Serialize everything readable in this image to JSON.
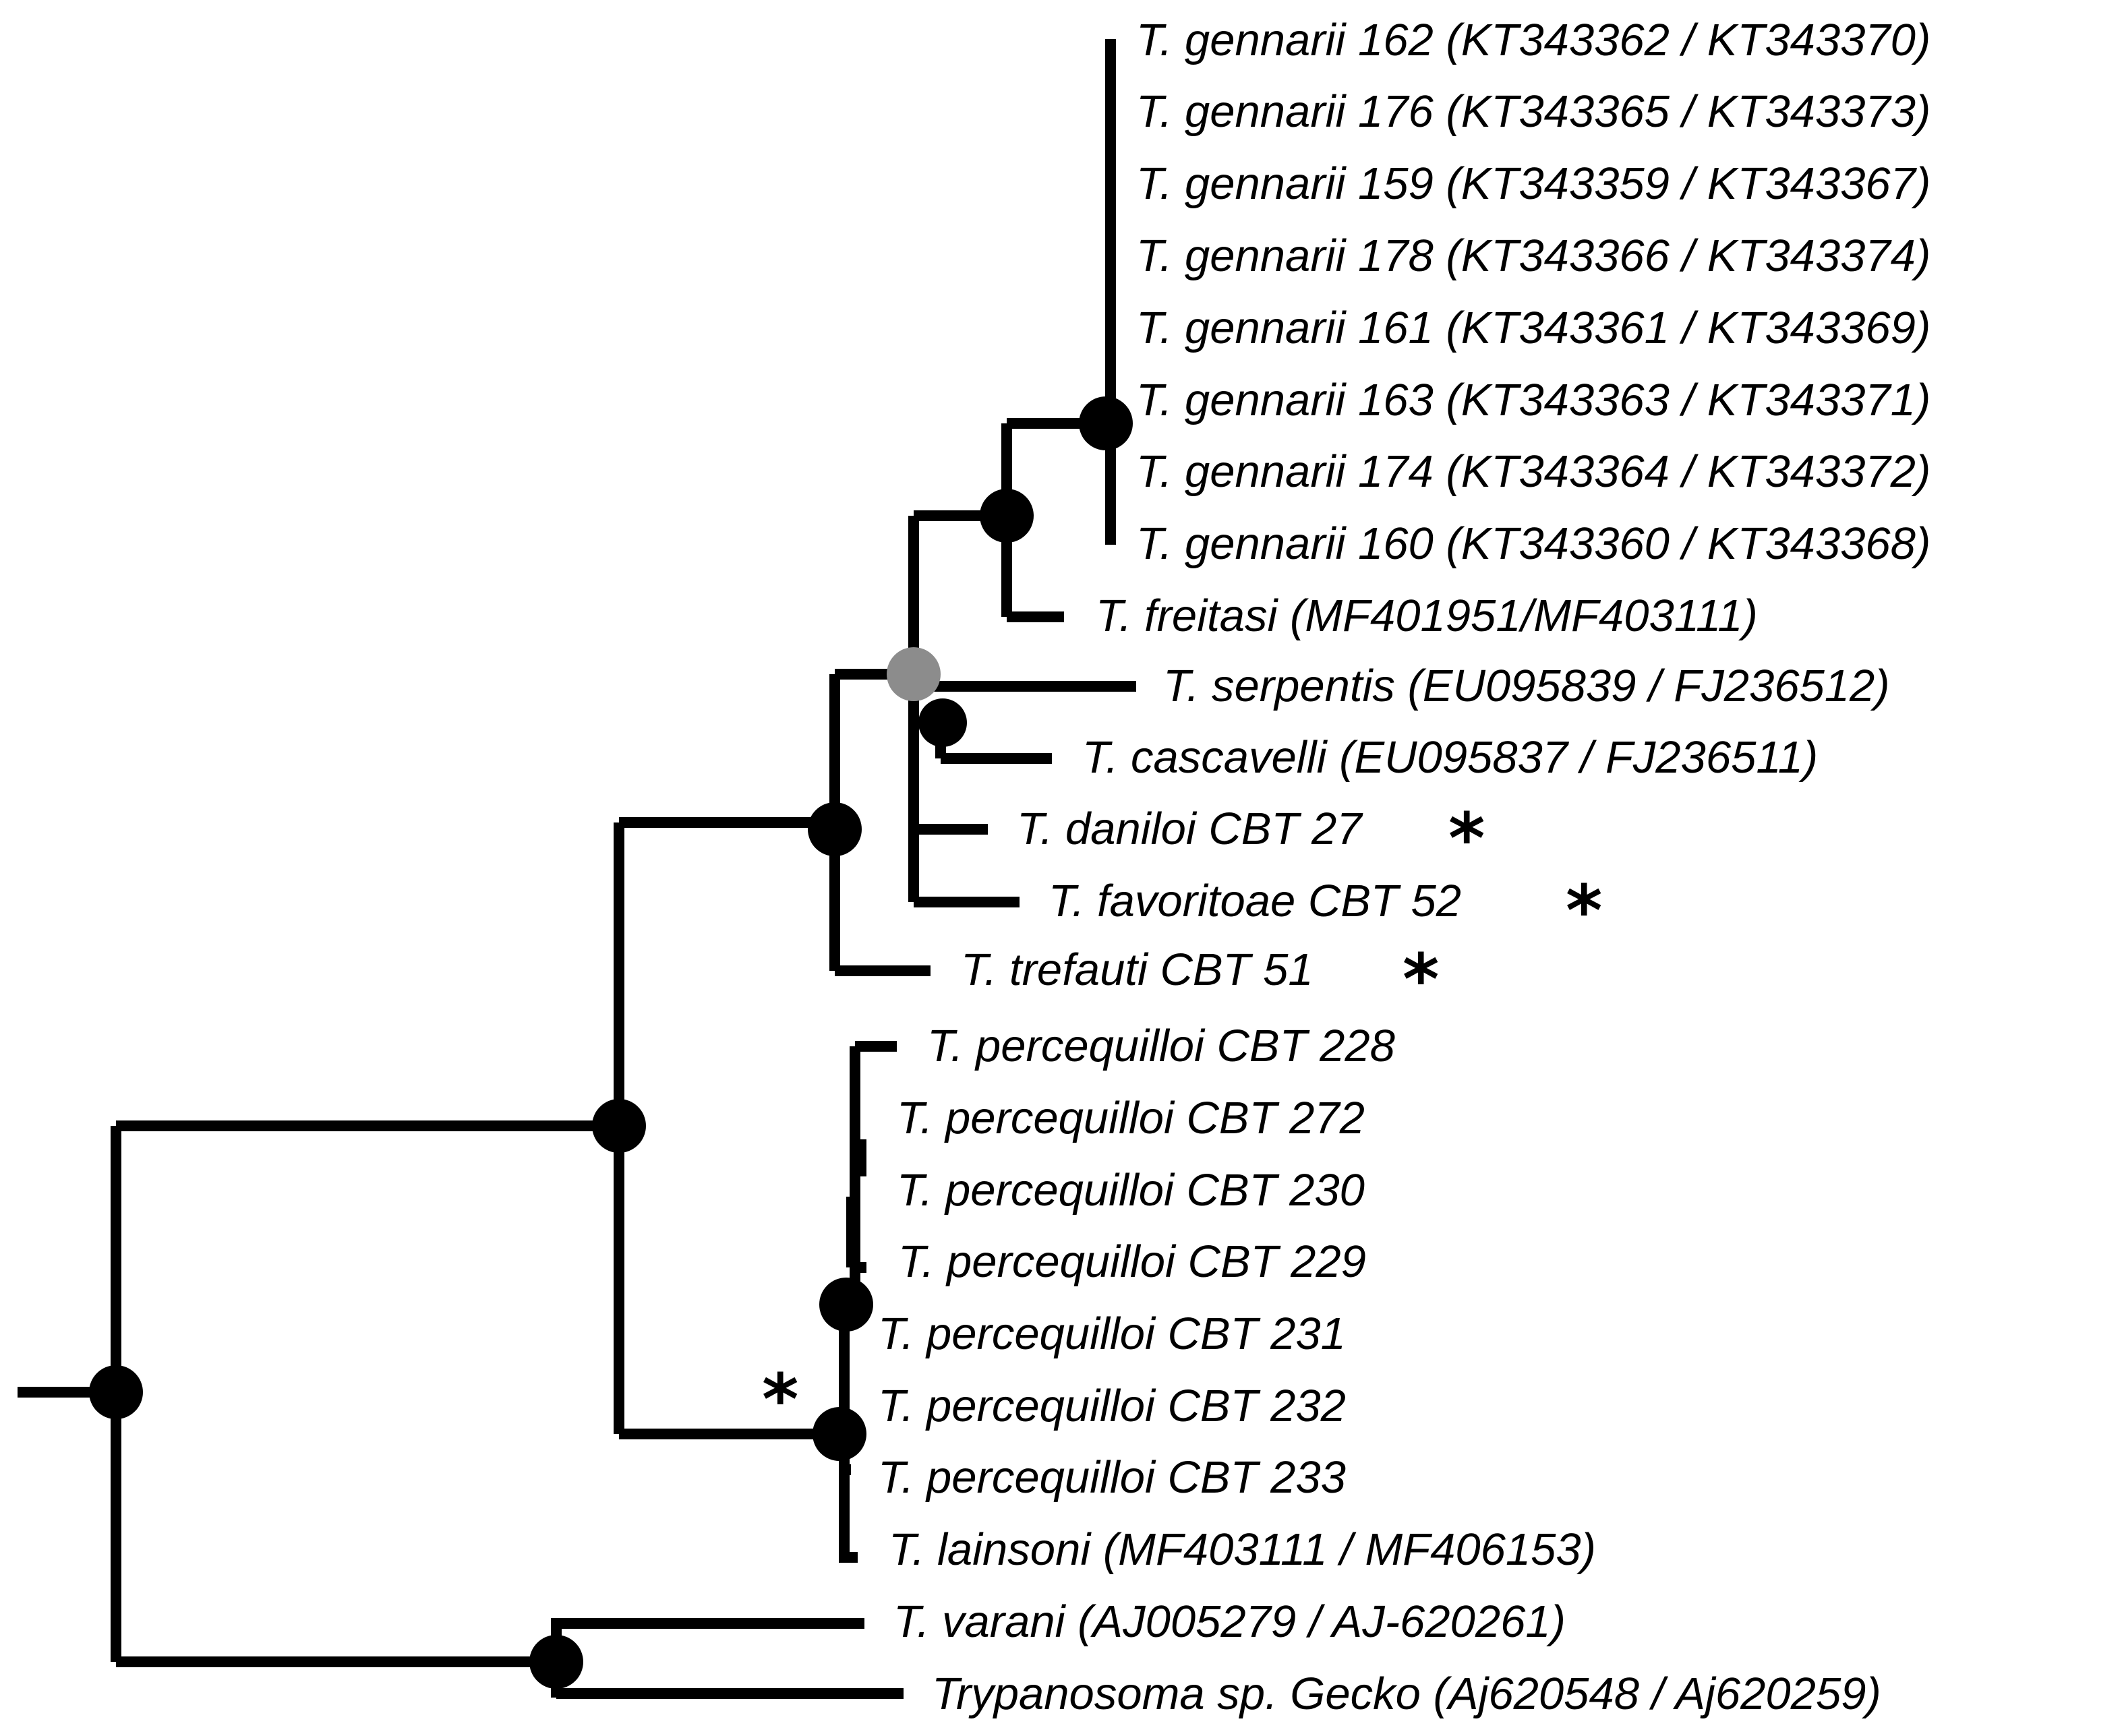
{
  "figure": {
    "tips": [
      {
        "id": "g162",
        "label": "T. gennarii 162 (KT343362 / KT343370)"
      },
      {
        "id": "g176",
        "label": "T. gennarii 176 (KT343365 / KT343373)"
      },
      {
        "id": "g159",
        "label": "T. gennarii 159 (KT343359 / KT343367)"
      },
      {
        "id": "g178",
        "label": "T. gennarii 178 (KT343366 / KT343374)"
      },
      {
        "id": "g161",
        "label": "T. gennarii 161 (KT343361 / KT343369)"
      },
      {
        "id": "g163",
        "label": "T. gennarii 163 (KT343363 / KT343371)"
      },
      {
        "id": "g174",
        "label": "T. gennarii 174 (KT343364 / KT343372)"
      },
      {
        "id": "g160",
        "label": "T. gennarii 160 (KT343360 / KT343368)"
      },
      {
        "id": "freitasi",
        "label": "T. freitasi (MF401951/MF403111)"
      },
      {
        "id": "serpentis",
        "label": "T. serpentis (EU095839 / FJ236512)"
      },
      {
        "id": "cascavelli",
        "label": "T. cascavelli (EU095837 / FJ236511)"
      },
      {
        "id": "daniloi",
        "label": "T. daniloi CBT 27",
        "marker": "*"
      },
      {
        "id": "favoritoae",
        "label": "T. favoritoae CBT 52",
        "marker": "*"
      },
      {
        "id": "trefauti",
        "label": "T. trefauti CBT 51",
        "marker": "*"
      },
      {
        "id": "p228",
        "label": "T. percequilloi CBT 228"
      },
      {
        "id": "p272",
        "label": "T. percequilloi CBT 272"
      },
      {
        "id": "p230",
        "label": "T. percequilloi CBT 230"
      },
      {
        "id": "p229",
        "label": "T. percequilloi CBT 229"
      },
      {
        "id": "p231",
        "label": "T. percequilloi CBT 231"
      },
      {
        "id": "p232",
        "label": "T. percequilloi CBT 232"
      },
      {
        "id": "p233",
        "label": "T. percequilloi CBT 233"
      },
      {
        "id": "lainsoni",
        "label": "T. lainsoni (MF403111 / MF406153)"
      },
      {
        "id": "varani",
        "label": "T. varani (AJ005279 / AJ-620261)"
      },
      {
        "id": "gecko",
        "label": "Trypanosoma sp. Gecko (Aj620548 / Aj620259)"
      }
    ],
    "clade_marker": "*",
    "support_colors": {
      "high": "#000000",
      "intermediate": "#8c8c8c"
    }
  }
}
